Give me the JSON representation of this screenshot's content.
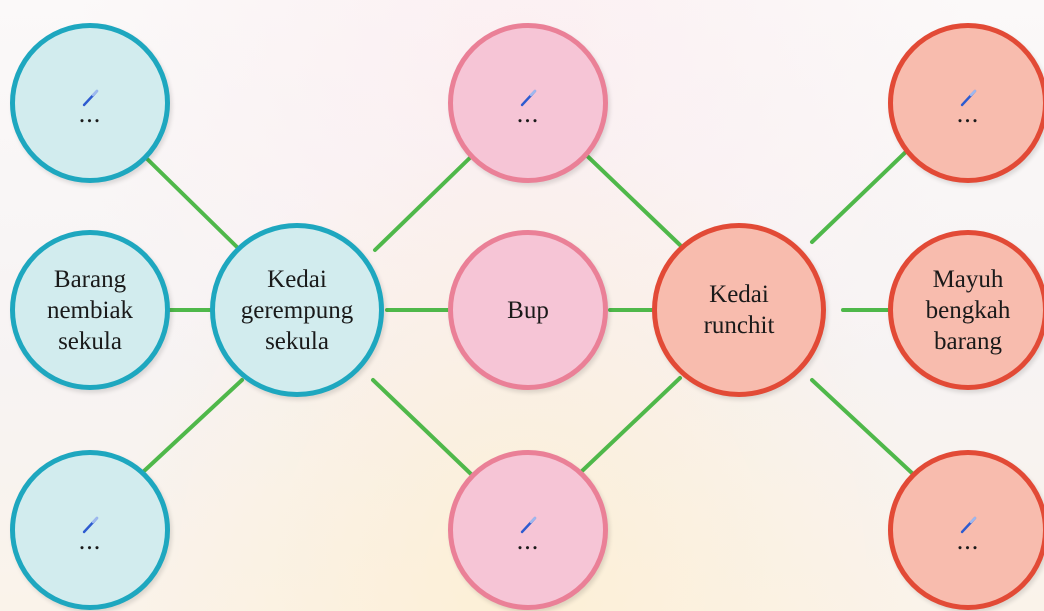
{
  "diagram": {
    "colors": {
      "teal": "#1ea7bf",
      "pink": "#ea8097",
      "coral": "#e24a36",
      "connector": "#4fb84a"
    },
    "nodes": {
      "teal_top": {
        "text": "...",
        "icon": "pencil-icon"
      },
      "teal_mid": {
        "text": "Barang\nnembiak\nsekula"
      },
      "teal_hub": {
        "text": "Kedai\ngerempung\nsekula"
      },
      "teal_bottom": {
        "text": "...",
        "icon": "pencil-icon"
      },
      "pink_top": {
        "text": "...",
        "icon": "pencil-icon"
      },
      "pink_mid": {
        "text": "Bup"
      },
      "pink_bottom": {
        "text": "...",
        "icon": "pencil-icon"
      },
      "coral_hub": {
        "text": "Kedai\nrunchit"
      },
      "coral_top": {
        "text": "...",
        "icon": "pencil-icon"
      },
      "coral_mid": {
        "text": "Mayuh\nbengkah\nbarang"
      },
      "coral_bottom": {
        "text": "...",
        "icon": "pencil-icon"
      }
    }
  }
}
